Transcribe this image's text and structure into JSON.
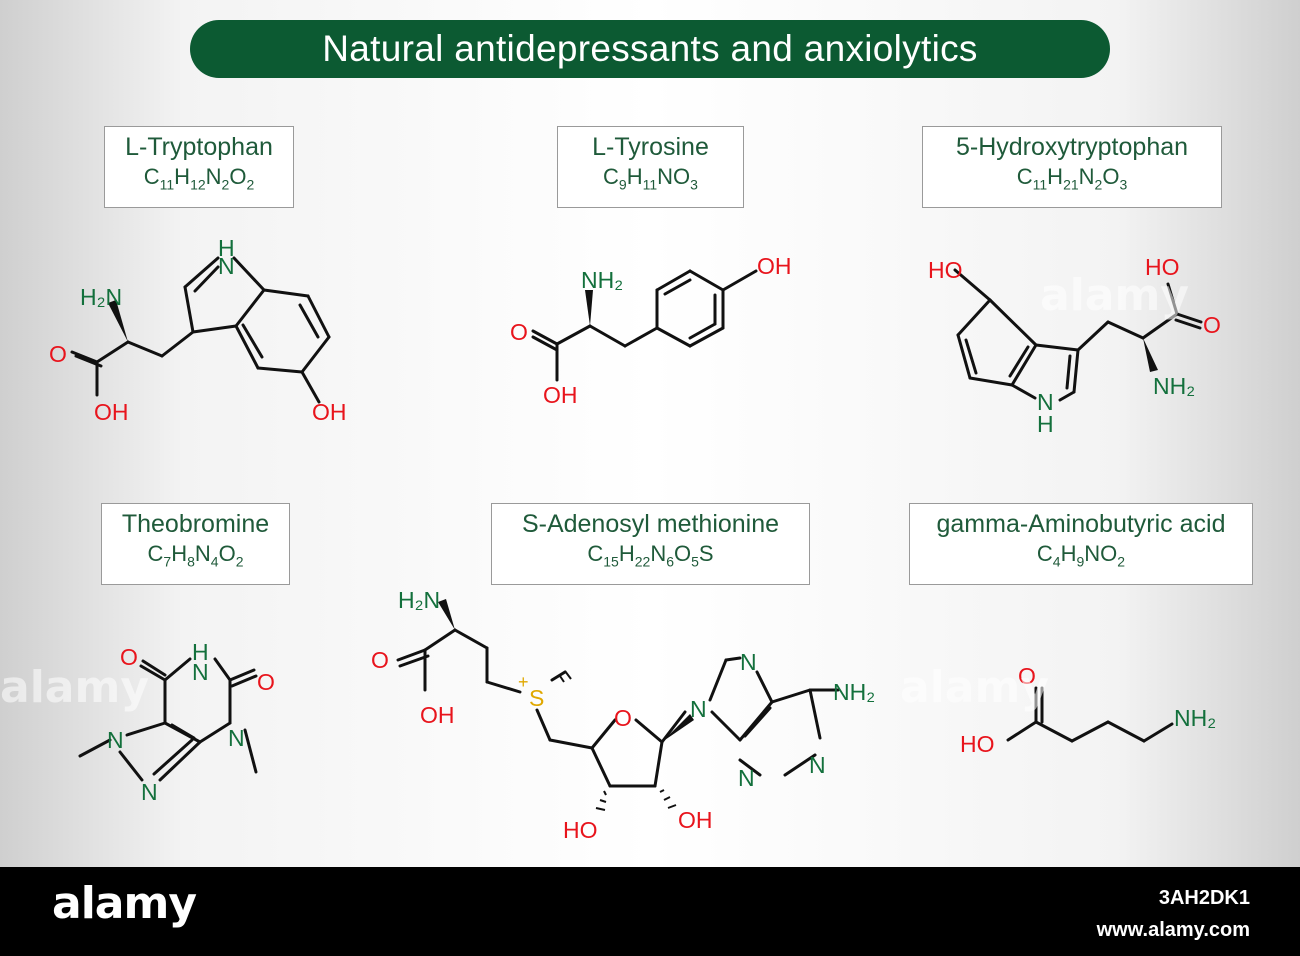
{
  "title": "Natural antidepressants and anxiolytics",
  "compounds": [
    {
      "name": "L-Tryptophan",
      "formula": [
        "C",
        "11",
        "H",
        "12",
        "N",
        "2",
        "O",
        "2"
      ]
    },
    {
      "name": "L-Tyrosine",
      "formula": [
        "C",
        "9",
        "H",
        "11",
        "NO",
        "3",
        "",
        ""
      ]
    },
    {
      "name": "5-Hydroxytryptophan",
      "formula": [
        "C",
        "11",
        "H",
        "21",
        "N",
        "2",
        "O",
        "3"
      ]
    },
    {
      "name": "Theobromine",
      "formula": [
        "C",
        "7",
        "H",
        "8",
        "N",
        "4",
        "O",
        "2"
      ]
    },
    {
      "name": "S-Adenosyl methionine",
      "formula": [
        "C",
        "15",
        "H",
        "22",
        "N",
        "6",
        "O",
        "5",
        "S",
        ""
      ]
    },
    {
      "name": "gamma-Aminobutyric acid",
      "formula": [
        "C",
        "4",
        "H",
        "9",
        "NO",
        "2",
        "",
        ""
      ]
    }
  ],
  "atoms": {
    "nh2_prefix": "H₂N",
    "nh2_suffix": "NH₂",
    "nh": "N",
    "h": "H",
    "n": "N",
    "o": "O",
    "oh": "OH",
    "ho": "HO",
    "s": "S",
    "plus": "+"
  },
  "colors": {
    "accent": "#0c5a32",
    "label_text": "#1f5a3a",
    "oxygen": "#e8141c",
    "nitrogen": "#13703c",
    "sulfur": "#e0a800",
    "bond": "#111111"
  },
  "footer": {
    "logo": "alamy",
    "image_code": "3AH2DK1",
    "url": "www.alamy.com"
  },
  "watermark": "alamy"
}
